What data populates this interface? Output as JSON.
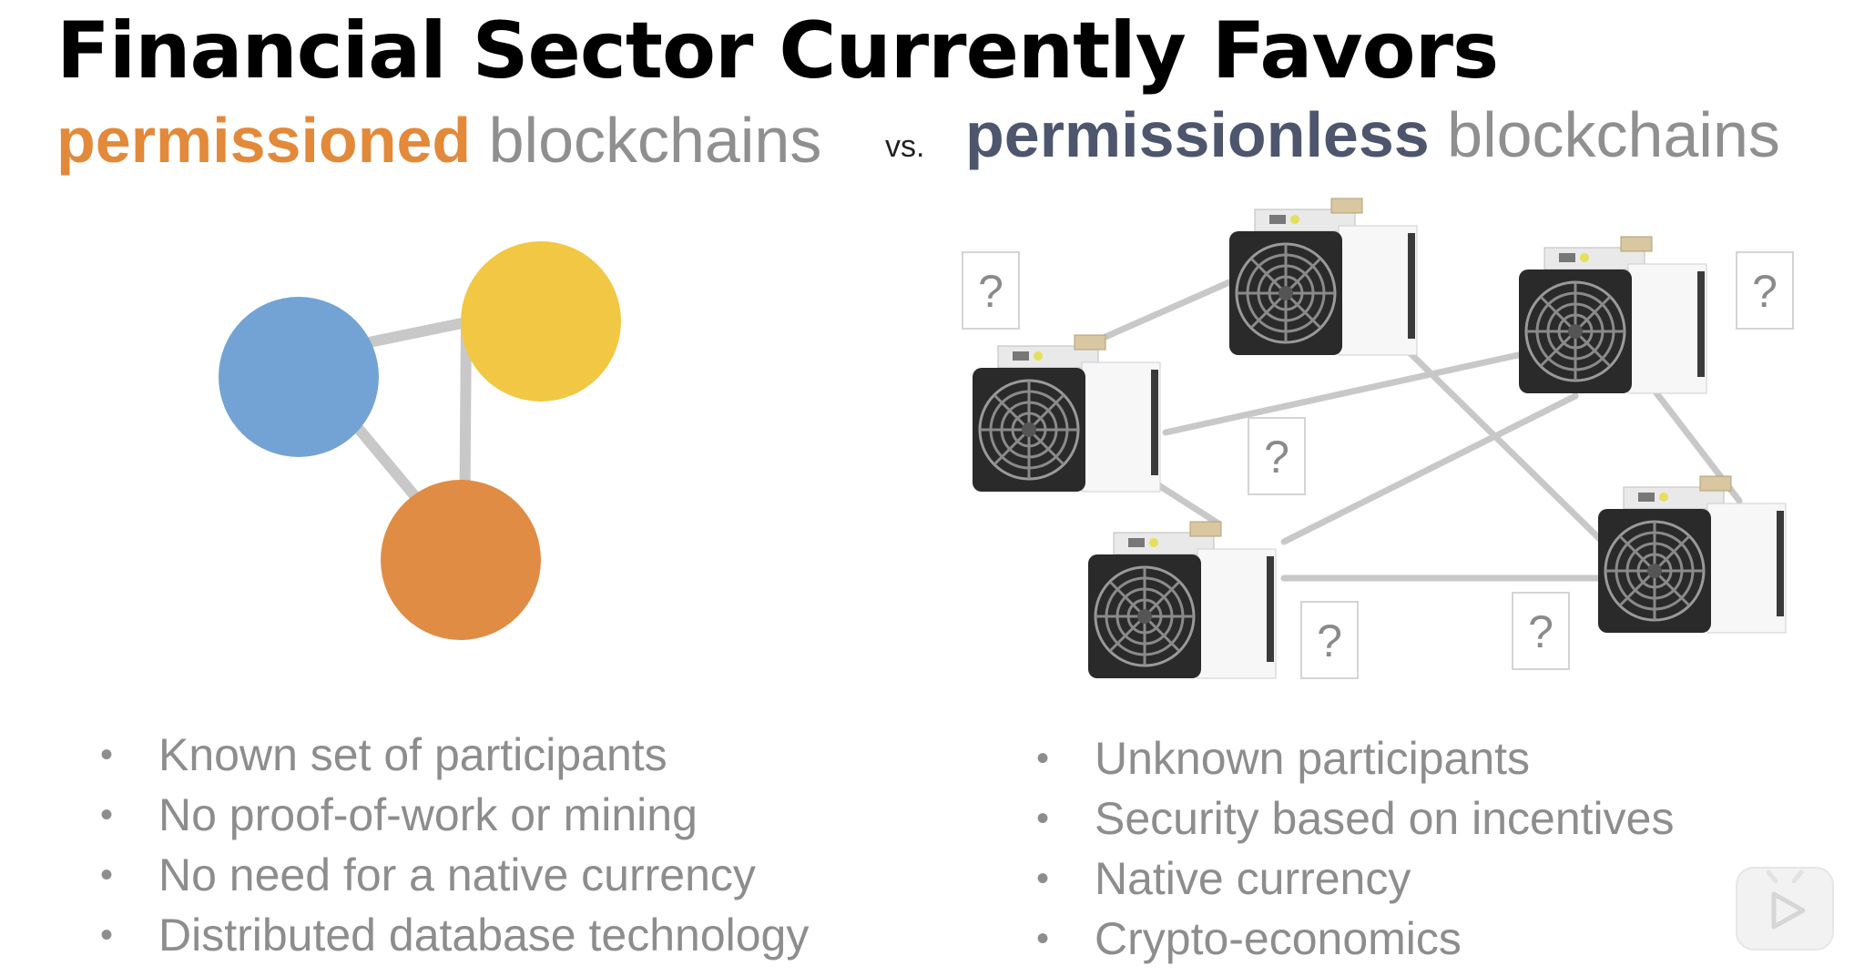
{
  "slide": {
    "title": "Financial Sector Currently Favors",
    "left_heading": {
      "emphasis": "permissioned",
      "rest": " blockchains"
    },
    "vs_label": "vs.",
    "right_heading": {
      "emphasis": "permissionless",
      "rest": " blockchains"
    },
    "left_bullets": [
      "Known set of participants",
      "No proof-of-work or mining",
      "No need for a native currency",
      "Distributed database technology"
    ],
    "right_bullets": [
      "Unknown participants",
      "Security based on incentives",
      "Native currency",
      "Crypto-economics"
    ],
    "unknown_marker": "?"
  },
  "colors": {
    "orange": "#e3893a",
    "blue": "#72a3d4",
    "yellow": "#f2c744",
    "slate": "#4e566d",
    "gray_text": "#8d8d8d",
    "connector": "#c8c8c8"
  },
  "icons": {
    "network_nodes": "colored-circle-node",
    "miners": "asic-miner-icon",
    "player": "play-button-icon"
  }
}
